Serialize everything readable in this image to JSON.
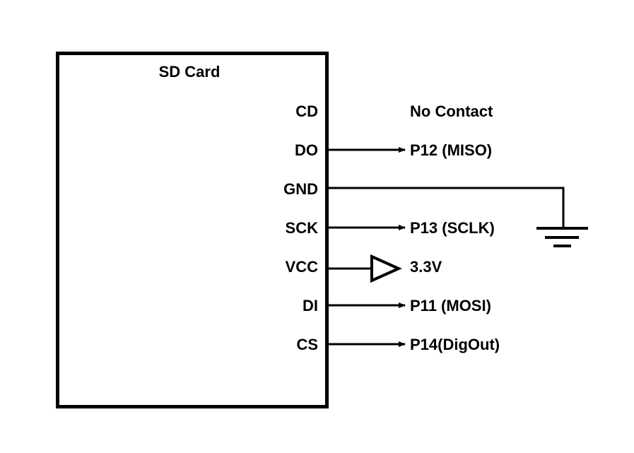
{
  "diagram": {
    "title": "SD Card",
    "pins": [
      {
        "name": "CD",
        "connection": "No Contact",
        "type": "none"
      },
      {
        "name": "DO",
        "connection": "P12 (MISO)",
        "type": "arrow"
      },
      {
        "name": "GND",
        "connection": "",
        "type": "ground"
      },
      {
        "name": "SCK",
        "connection": "P13 (SCLK)",
        "type": "arrow"
      },
      {
        "name": "VCC",
        "connection": "3.3V",
        "type": "supply"
      },
      {
        "name": "DI",
        "connection": "P11 (MOSI)",
        "type": "arrow"
      },
      {
        "name": "CS",
        "connection": "P14(DigOut)",
        "type": "arrow"
      }
    ],
    "colors": {
      "line": "#000000",
      "background": "#ffffff"
    }
  }
}
